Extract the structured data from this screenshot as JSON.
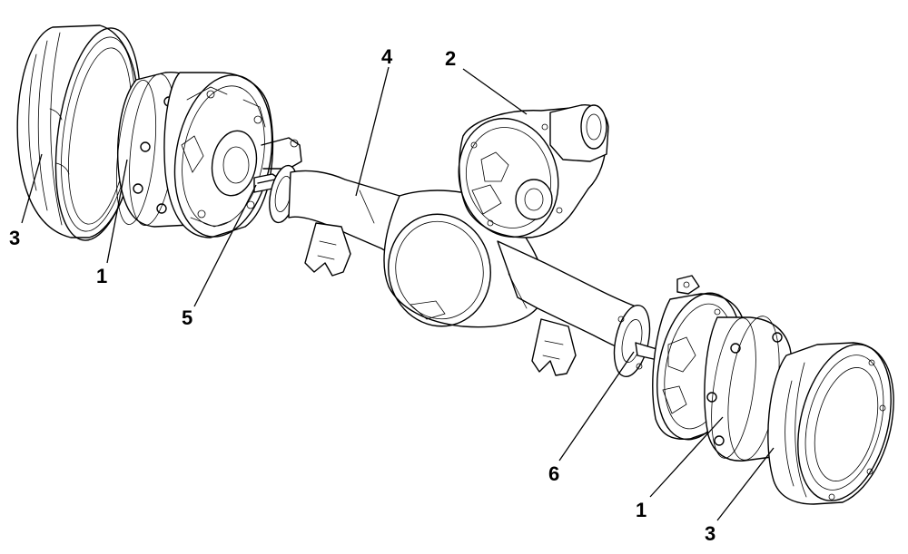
{
  "diagram": {
    "callouts": [
      {
        "id": "c1-left",
        "label": "1"
      },
      {
        "id": "c1-right",
        "label": "1"
      },
      {
        "id": "c2",
        "label": "2"
      },
      {
        "id": "c3-left",
        "label": "3"
      },
      {
        "id": "c3-right",
        "label": "3"
      },
      {
        "id": "c4",
        "label": "4"
      },
      {
        "id": "c5",
        "label": "5"
      },
      {
        "id": "c6",
        "label": "6"
      }
    ]
  }
}
